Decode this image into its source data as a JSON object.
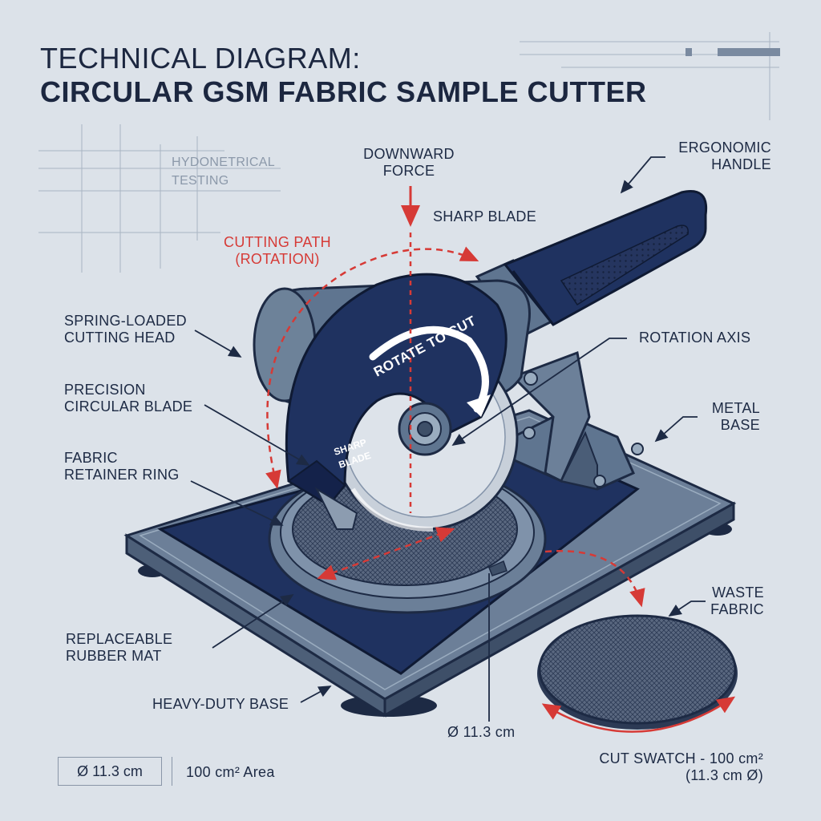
{
  "title": {
    "line1": "TECHNICAL DIAGRAM:",
    "line2": "CIRCULAR GSM FABRIC SAMPLE CUTTER"
  },
  "side_note": {
    "line1": "HYDONETRICAL",
    "line2": "TESTING"
  },
  "labels": {
    "downward_force": [
      "DOWNWARD",
      "FORCE"
    ],
    "sharp_blade_top": "SHARP BLADE",
    "ergonomic_handle": [
      "ERGONOMIC",
      "HANDLE"
    ],
    "cutting_path": [
      "CUTTING PATH",
      "(ROTATION)"
    ],
    "cutting_head": [
      "SPRING-LOADED",
      "CUTTING HEAD"
    ],
    "rotation_axis": "ROTATION AXIS",
    "circular_blade": [
      "PRECISION",
      "CIRCULAR BLADE"
    ],
    "metal_base": [
      "METAL",
      "BASE"
    ],
    "retainer_ring": [
      "FABRIC",
      "RETAINER RING"
    ],
    "waste_fabric": [
      "WASTE",
      "FABRIC"
    ],
    "rubber_mat": [
      "REPLACEABLE",
      "RUBBER MAT"
    ],
    "heavy_base": "HEAVY-DUTY BASE",
    "diameter_center": "Ø 11.3 cm",
    "cut_swatch": [
      "CUT SWATCH - 100 cm²",
      "(11.3 cm Ø)"
    ]
  },
  "guard_text": {
    "rotate": "ROTATE TO CUT",
    "sharp": [
      "SHARP",
      "BLADE"
    ]
  },
  "footer": {
    "diameter": "Ø 11.3 cm",
    "area": "100 cm² Area"
  },
  "colors": {
    "background": "#dce2e9",
    "navy": "#1f3260",
    "steel": "#5f7590",
    "accent_red": "#d63a36",
    "ink": "#1d2a44"
  }
}
